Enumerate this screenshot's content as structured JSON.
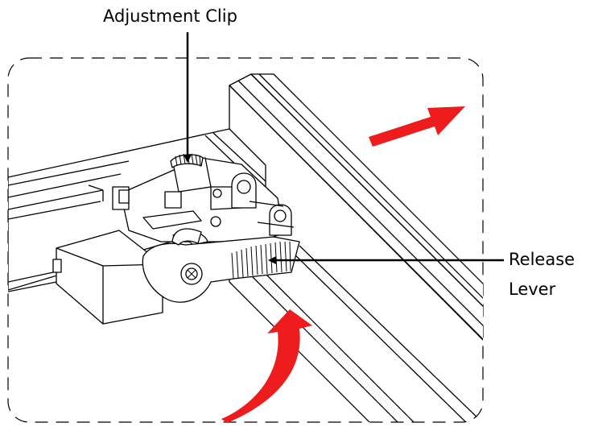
{
  "labels": {
    "adjustment_clip": "Adjustment Clip",
    "release": "Release",
    "lever": "Lever"
  },
  "colors": {
    "arrow": "#ee1c1c",
    "line": "#000000",
    "background": "#ffffff"
  }
}
